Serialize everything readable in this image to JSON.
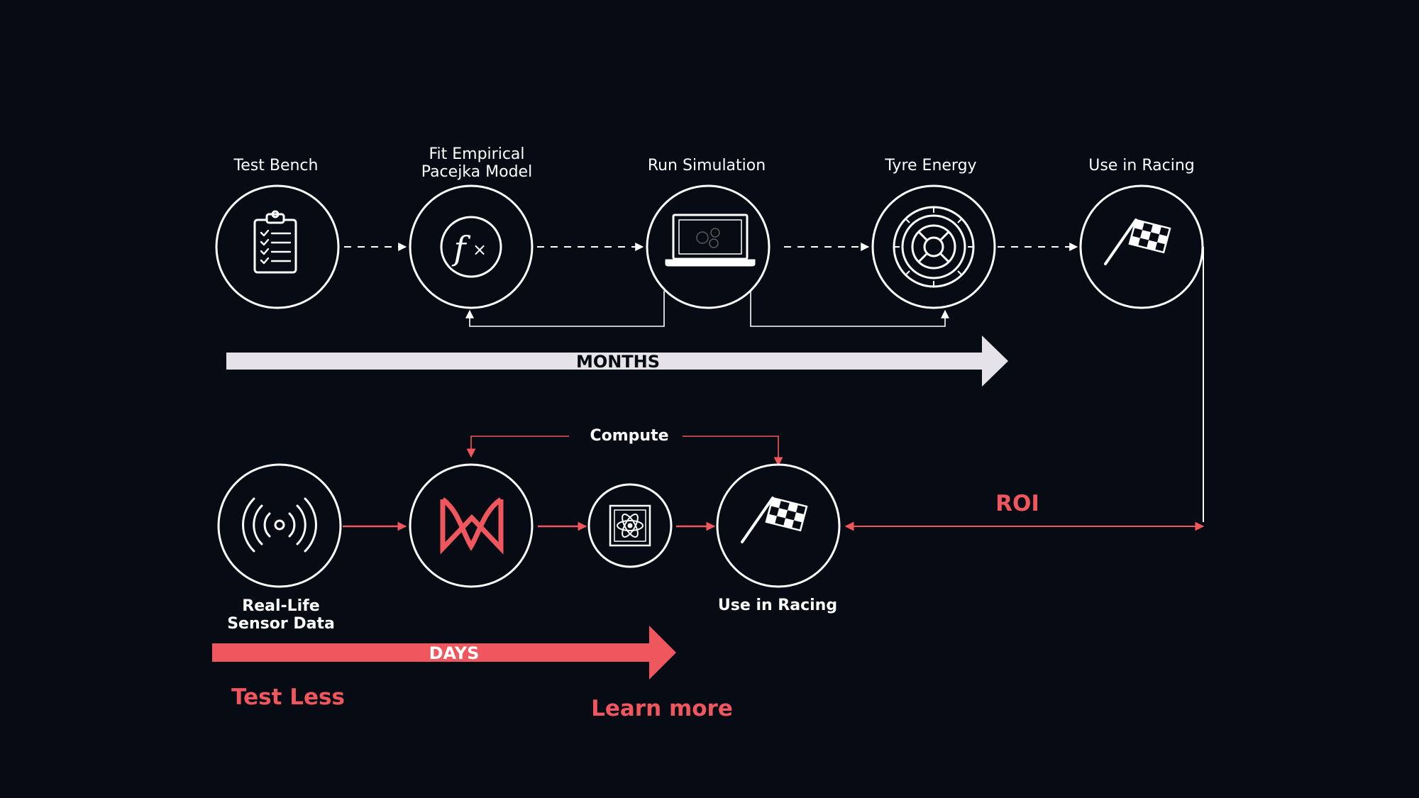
{
  "colors": {
    "background": "#060b14",
    "stroke": "#ffffff",
    "accent_red": "#f0565e",
    "months_bar": "#e6e3e8",
    "months_text": "#060b14"
  },
  "top_flow": {
    "nodes": [
      {
        "lines": [
          "Test Bench"
        ],
        "icon": "clipboard-checklist-icon"
      },
      {
        "lines": [
          "Fit Empirical",
          "Pacejka Model"
        ],
        "icon": "function-fx-icon"
      },
      {
        "lines": [
          "Run Simulation"
        ],
        "icon": "laptop-icon"
      },
      {
        "lines": [
          "Tyre Energy"
        ],
        "icon": "tyre-wheel-icon"
      },
      {
        "lines": [
          "Use in Racing"
        ],
        "icon": "checkered-flag-icon"
      }
    ],
    "timeline_label": "MONTHS"
  },
  "bottom_flow": {
    "nodes": [
      {
        "lines": [
          "Real-Life",
          "Sensor Data"
        ],
        "icon": "sensor-signal-icon"
      },
      {
        "lines": [],
        "icon": "brand-logo-icon"
      },
      {
        "lines": [],
        "icon": "quantum-chip-icon"
      },
      {
        "lines": [
          "Use in Racing"
        ],
        "icon": "checkered-flag-icon"
      }
    ],
    "compute_label": "Compute",
    "timeline_label": "DAYS",
    "roi_label": "ROI",
    "test_less_label": "Test Less",
    "learn_more_label": "Learn more"
  }
}
